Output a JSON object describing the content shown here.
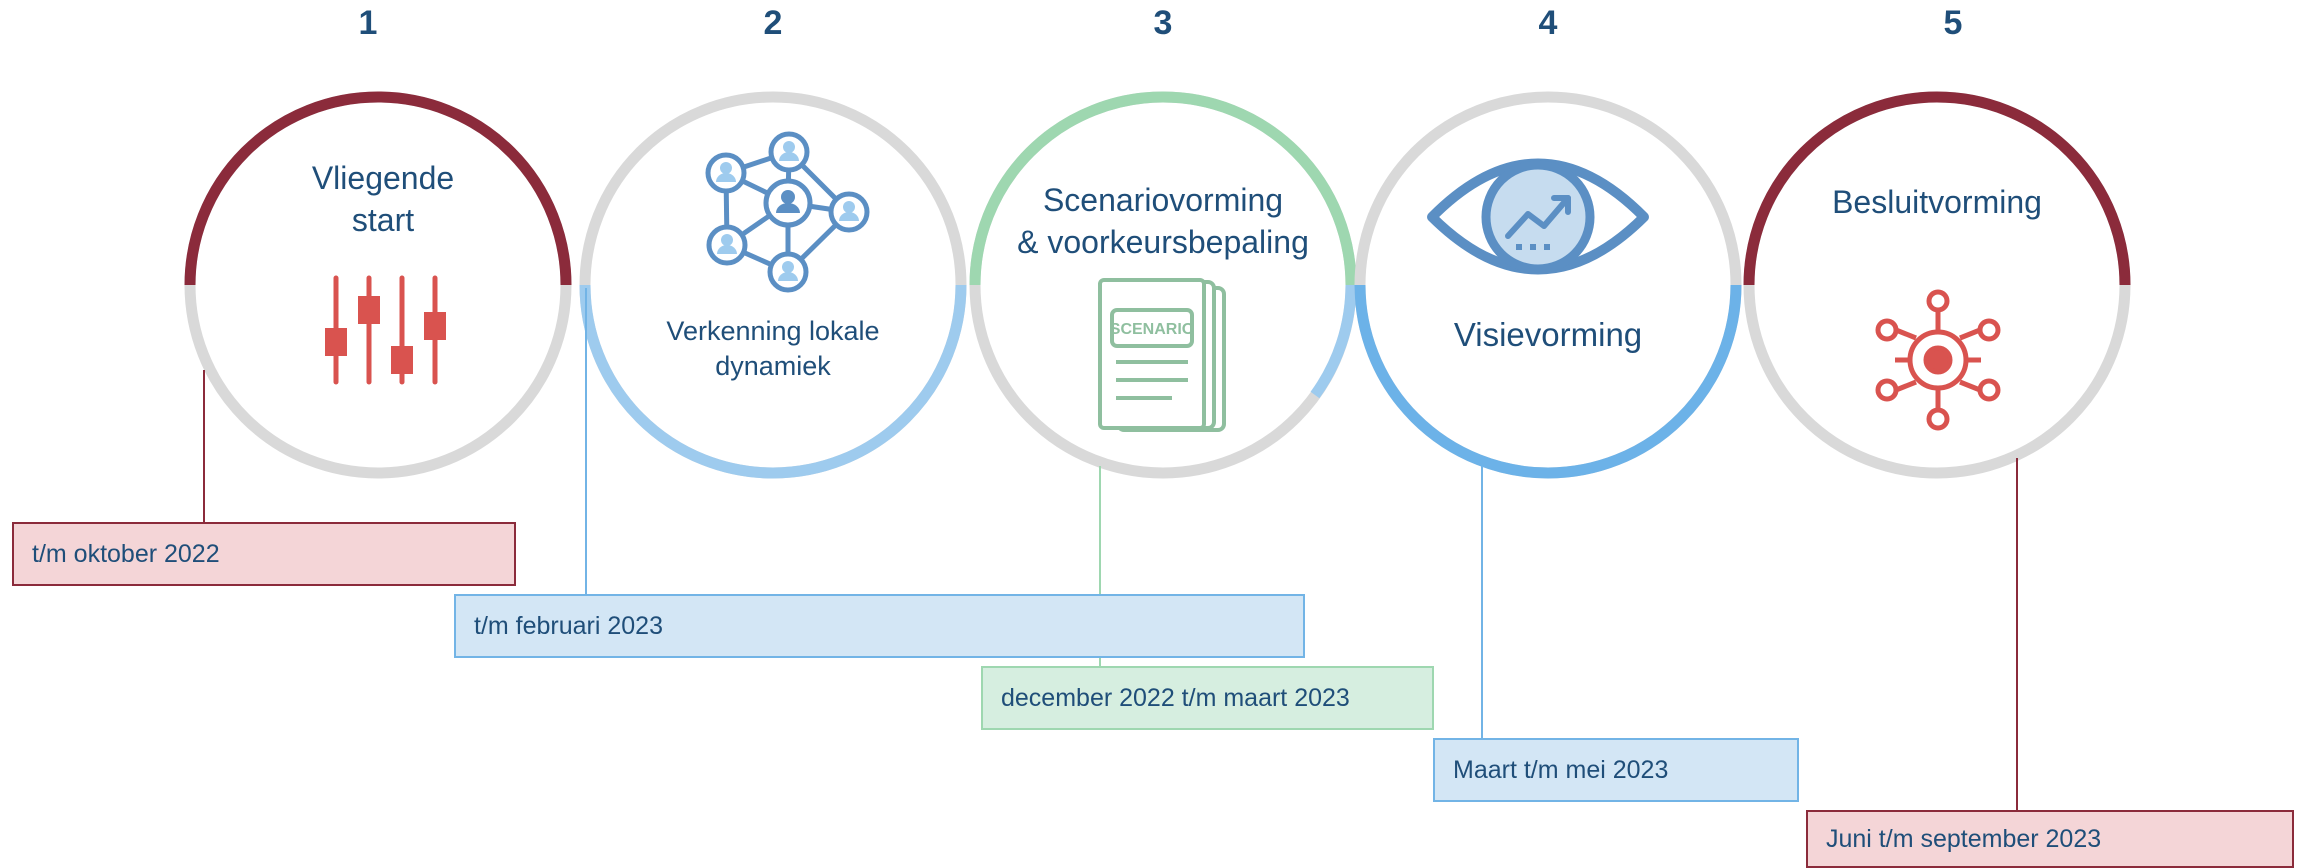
{
  "steps": [
    {
      "number": "1",
      "title_line1": "Vliegende",
      "title_line2": "start",
      "icon": "sliders-icon",
      "period": "t/m oktober 2022"
    },
    {
      "number": "2",
      "title_line1": "Verkenning lokale",
      "title_line2": "dynamiek",
      "icon": "network-people-icon",
      "period": "t/m februari 2023"
    },
    {
      "number": "3",
      "title_line1": "Scenariovorming",
      "title_line2": "& voorkeursbepaling",
      "icon": "scenario-document-icon",
      "icon_label": "SCENARIO",
      "period": "december 2022 t/m maart 2023"
    },
    {
      "number": "4",
      "title_line1": "Visievorming",
      "icon": "eye-chart-icon",
      "period": "Maart t/m mei 2023"
    },
    {
      "number": "5",
      "title_line1": "Besluitvorming",
      "icon": "network-hub-icon",
      "period": "Juni t/m september 2023"
    }
  ],
  "colors": {
    "red": "#8b2b3b",
    "blue": "#72b4e6",
    "light_blue": "#9ecbee",
    "green": "#9ed7b0",
    "gray": "#d9d9d9",
    "title": "#1f4e79",
    "icon_red": "#d9534f",
    "icon_blue": "#5b8fc4",
    "icon_green": "#8fbf9f"
  }
}
